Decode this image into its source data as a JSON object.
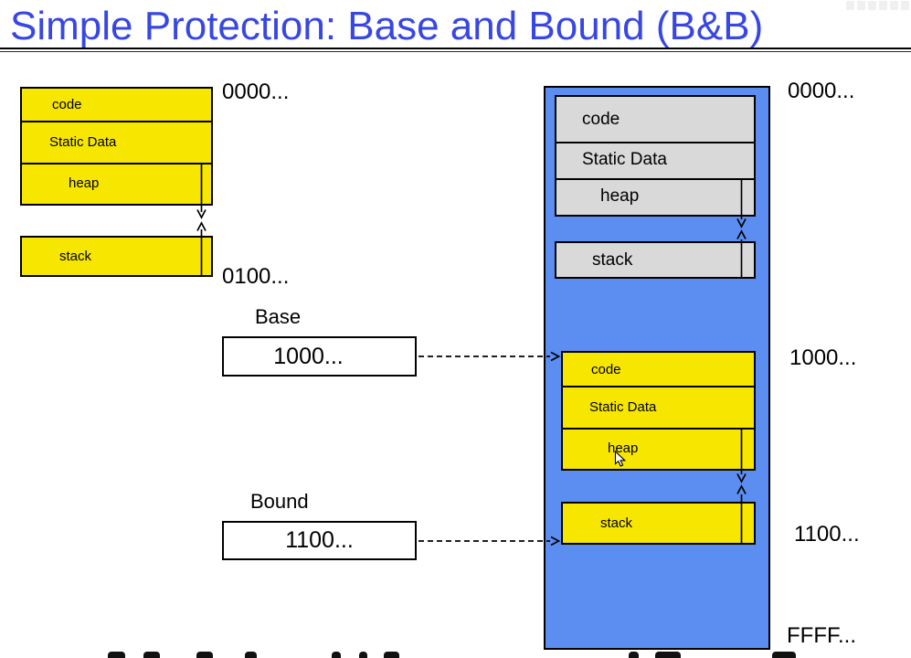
{
  "title": "Simple Protection: Base and Bound (B&B)",
  "segments": {
    "code": "code",
    "static_data": "Static Data",
    "heap": "heap",
    "stack": "stack"
  },
  "registers": {
    "base_label": "Base",
    "base_value": "1000...",
    "bound_label": "Bound",
    "bound_value": "1100..."
  },
  "addresses": {
    "virtual_top": "0000...",
    "virtual_stack_bottom": "0100...",
    "physical_top": "0000...",
    "physical_base": "1000...",
    "physical_bound": "1100...",
    "physical_bottom": "FFFF..."
  },
  "colors": {
    "title_blue": "#3847E2",
    "segment_yellow": "#F7E600",
    "physical_blue": "#5C8EF2",
    "translated_gray": "#D9D9D9"
  },
  "icons": {
    "cursor": "mouse-cursor-icon"
  }
}
